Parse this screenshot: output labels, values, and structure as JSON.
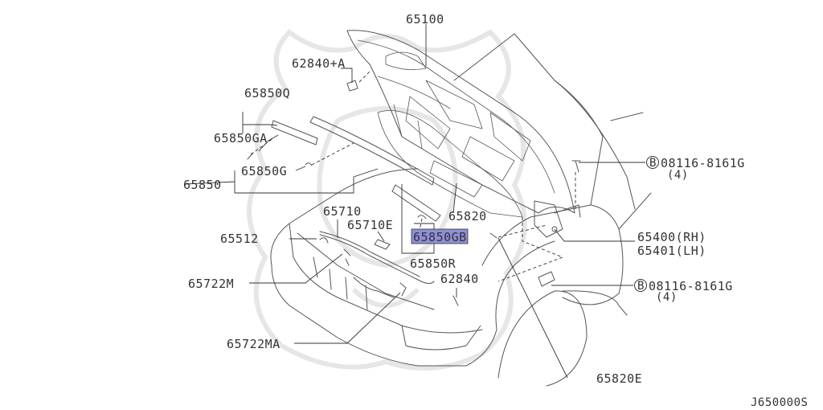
{
  "diagram": {
    "highlight_color": "#8f8fd8",
    "line_color": "#333333",
    "callouts": [
      {
        "id": "hood",
        "text": "65100"
      },
      {
        "id": "stopper",
        "text": "62840+A"
      },
      {
        "id": "seal_q",
        "text": "65850Q"
      },
      {
        "id": "seal_ga",
        "text": "65850GA"
      },
      {
        "id": "clip_g",
        "text": "65850G"
      },
      {
        "id": "seal_main",
        "text": "65850"
      },
      {
        "id": "rod",
        "text": "65710"
      },
      {
        "id": "rod_end",
        "text": "65710E"
      },
      {
        "id": "grommet",
        "text": "65512"
      },
      {
        "id": "insulator",
        "text": "65820"
      },
      {
        "id": "clip_gb",
        "text": "65850GB"
      },
      {
        "id": "seal_r",
        "text": "65850R"
      },
      {
        "id": "stopper_b",
        "text": "62840"
      },
      {
        "id": "bracket",
        "text": "65722M"
      },
      {
        "id": "bracket_a",
        "text": "65722MA"
      },
      {
        "id": "clip_e",
        "text": "65820E"
      },
      {
        "id": "hinge_rh",
        "text": "65400(RH)"
      },
      {
        "id": "hinge_lh",
        "text": "65401(LH)"
      }
    ],
    "bolts": [
      {
        "marker": "B",
        "part": "08116-8161G",
        "qty": "(4)"
      },
      {
        "marker": "B",
        "part": "08116-8161G",
        "qty": "(4)"
      }
    ],
    "figure_id": "J650000S"
  }
}
